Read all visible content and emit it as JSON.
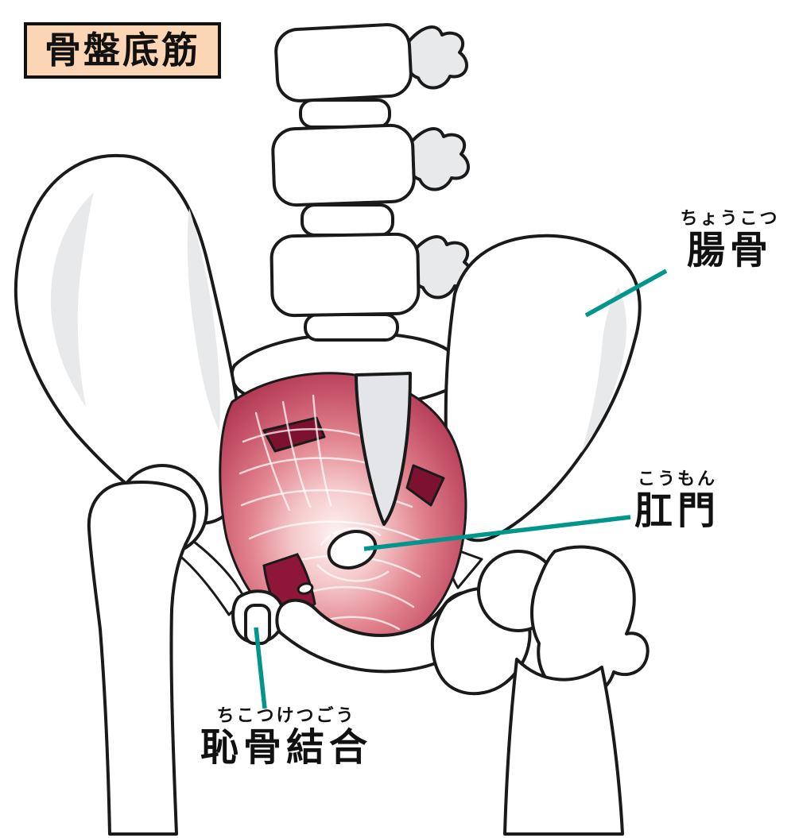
{
  "title": "骨盤底筋",
  "labels": {
    "ilium": {
      "furigana": "ちょうこつ",
      "text": "腸骨"
    },
    "anus": {
      "furigana": "こうもん",
      "text": "肛門"
    },
    "pubic_symphysis": {
      "furigana": "ちこつけつごう",
      "text": "恥骨結合"
    }
  },
  "colors": {
    "title_bg": "#fcd6b4",
    "leader_line": "#00968b",
    "outline": "#1a1a1a",
    "bone_fill": "#ffffff",
    "bone_shade": "#e8e9eb",
    "muscle_dark": "#b13a54",
    "muscle_mid": "#e2848f",
    "muscle_light": "#fdf3f2",
    "muscle_slit": "#7c1230",
    "muscle_patch": "#8e1638"
  }
}
